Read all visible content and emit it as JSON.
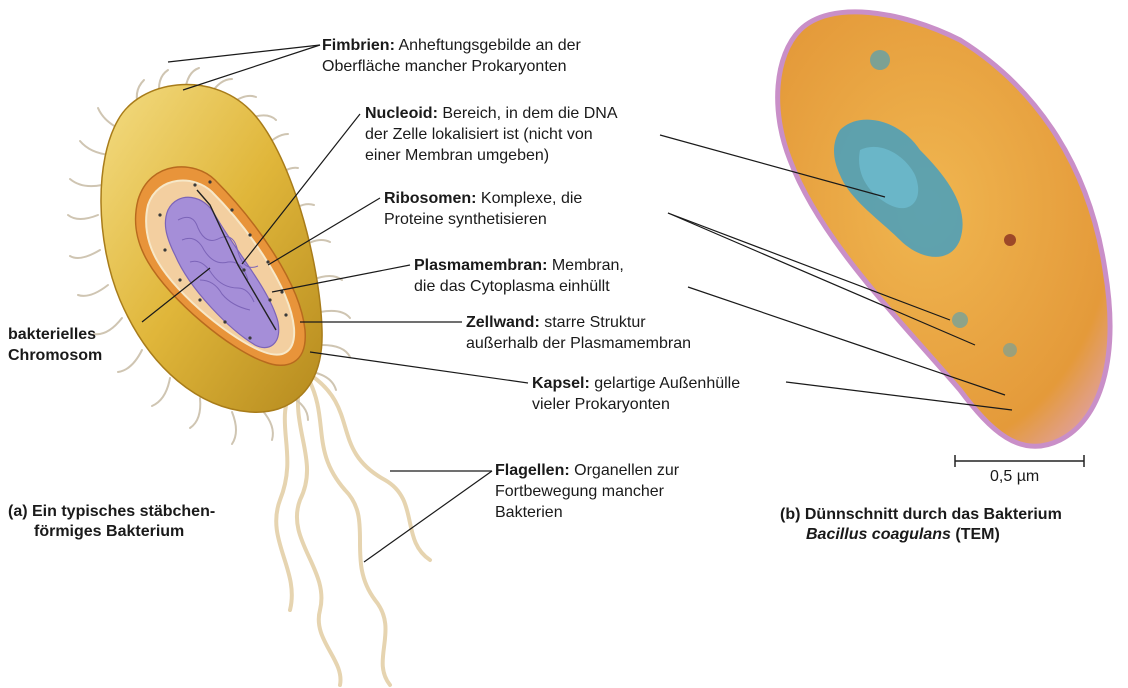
{
  "labels": {
    "fimbrien": {
      "term": "Fimbrien:",
      "line1": "Anheftungsgebilde an der",
      "line2": "Oberfläche mancher Prokaryonten"
    },
    "nucleoid": {
      "term": "Nucleoid:",
      "line1": "Bereich, in dem die DNA",
      "line2": "der Zelle lokalisiert ist (nicht von",
      "line3": "einer Membran umgeben)"
    },
    "ribosomen": {
      "term": "Ribosomen:",
      "line1": "Komplexe, die",
      "line2": "Proteine synthetisieren"
    },
    "plasmamembran": {
      "term": "Plasmamembran:",
      "line1": "Membran,",
      "line2": "die das Cytoplasma einhüllt"
    },
    "zellwand": {
      "term": "Zellwand:",
      "line1": "starre Struktur",
      "line2": "außerhalb der Plasmamembran"
    },
    "kapsel": {
      "term": "Kapsel:",
      "line1": "gelartige Außenhülle",
      "line2": "vieler Prokaryonten"
    },
    "flagellen": {
      "term": "Flagellen:",
      "line1": "Organellen zur",
      "line2": "Fortbewegung mancher",
      "line3": "Bakterien"
    },
    "chromosom": {
      "line1": "bakterielles",
      "line2": "Chromosom"
    }
  },
  "captions": {
    "a": {
      "line1": "(a) Ein typisches stäbchen-",
      "line2": "förmiges Bakterium"
    },
    "b": {
      "line1": "(b) Dünnschnitt durch das Bakterium",
      "species": "Bacillus coagulans",
      "suffix": "(TEM)"
    }
  },
  "scale_bar": {
    "label": "0,5 µm"
  },
  "colors": {
    "capsule": "#e0b63a",
    "cell_wall": "#e8943a",
    "cytoplasm": "#f3cfa0",
    "nucleoid": "#a58ed8",
    "tem_cytoplasm": "#e8a440",
    "tem_nucleoid": "#4fa0b8",
    "tem_border": "#c98fc8",
    "flagella": "#e6d4b0"
  }
}
